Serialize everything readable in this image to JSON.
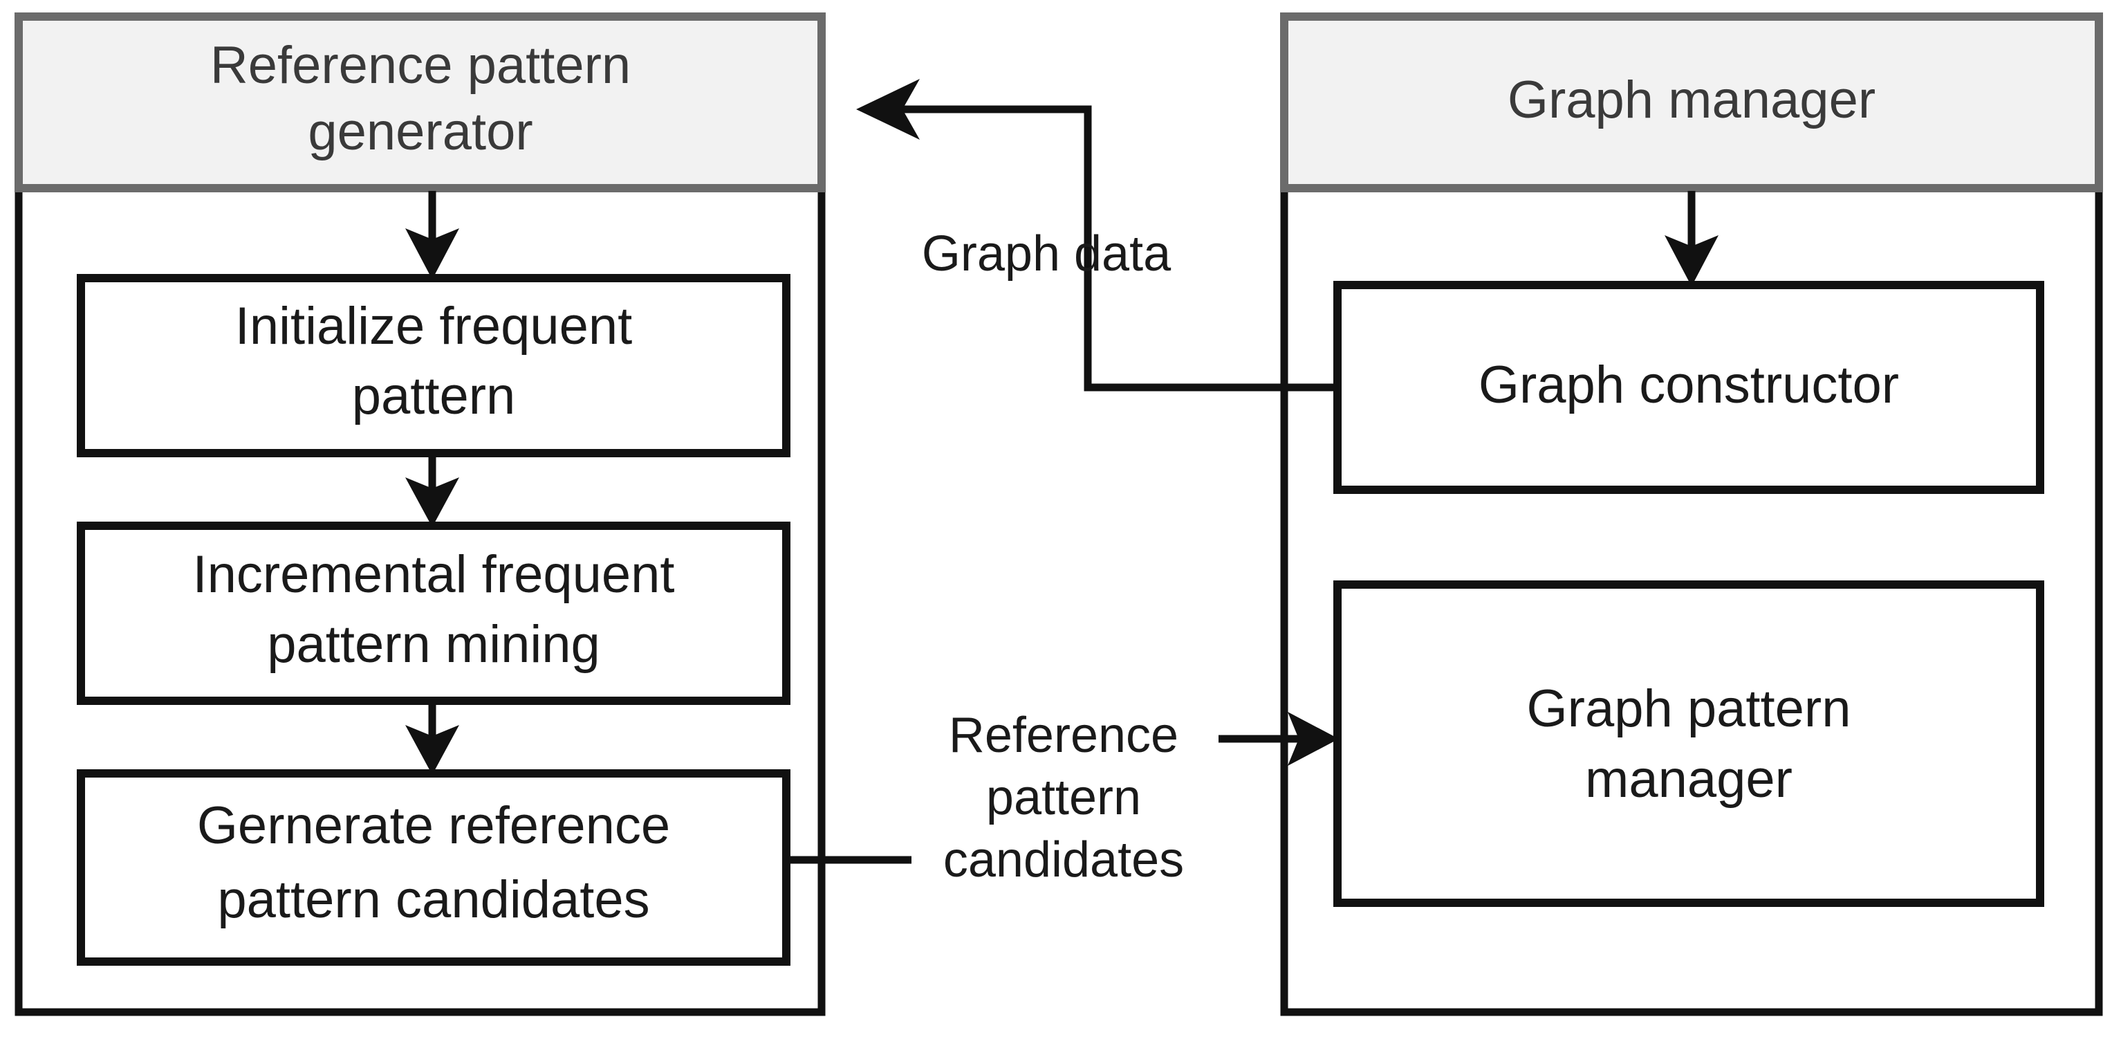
{
  "diagram": {
    "title_semantic": "reference-pattern-generator-and-graph-manager-architecture",
    "colors": {
      "header_fill": "#f2f2f2",
      "header_border": "#6b6b6b",
      "body_border": "#111111",
      "box_border": "#111111",
      "box_fill": "#ffffff",
      "text": "#1a1a1a",
      "background": "#ffffff"
    },
    "panels": [
      {
        "id": "reference-pattern-generator",
        "header": {
          "line1": "Reference pattern",
          "line2": "generator"
        },
        "boxes": [
          {
            "id": "initialize-frequent-pattern",
            "line1": "Initialize frequent",
            "line2": "pattern"
          },
          {
            "id": "incremental-frequent-pattern-mining",
            "line1": "Incremental frequent",
            "line2": "pattern mining"
          },
          {
            "id": "gernerate-reference-pattern-candidates",
            "line1": "Gernerate reference",
            "line2": "pattern candidates"
          }
        ]
      },
      {
        "id": "graph-manager",
        "header": {
          "line1": "Graph manager",
          "line2": ""
        },
        "boxes": [
          {
            "id": "graph-constructor",
            "line1": "Graph constructor",
            "line2": ""
          },
          {
            "id": "graph-pattern-manager",
            "line1": "Graph pattern",
            "line2": "manager"
          }
        ]
      }
    ],
    "edge_labels": [
      {
        "id": "graph-data",
        "line1": "Graph data",
        "line2": "",
        "line3": "",
        "from": "graph-constructor",
        "to": "reference-pattern-generator"
      },
      {
        "id": "reference-pattern-candidates",
        "line1": "Reference",
        "line2": "pattern",
        "line3": "candidates",
        "from": "gernerate-reference-pattern-candidates",
        "to": "graph-pattern-manager"
      }
    ]
  }
}
